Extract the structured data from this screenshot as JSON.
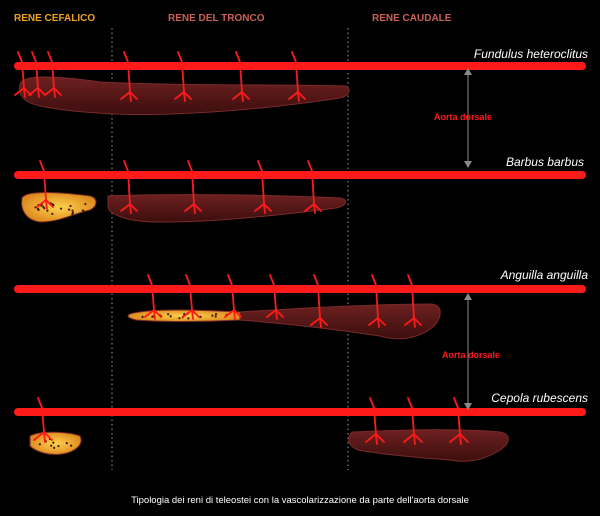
{
  "headers": {
    "cefalico": "RENE  CEFALICO",
    "tronco": "RENE DEL TRONCO",
    "caudale": "RENE  CAUDALE"
  },
  "species": [
    "Fundulus heteroclitus",
    "Barbus barbus",
    "Anguilla anguilla",
    "Cepola rubescens"
  ],
  "aorta_label": "Aorta dorsale",
  "caption": "Tipologia dei reni di teleostei con la vascolarizzazione da parte dell'aorta dorsale",
  "colors": {
    "background": "#000000",
    "aorta": "#ff1a1a",
    "header_cefalico": "#f0a020",
    "header_tronco": "#c9605a",
    "header_caudale": "#c9605a",
    "trunk_kidney": "#5a1818",
    "head_kidney": "#e8a030",
    "divider": "#9a9a9a",
    "arrow": "#8a8a8a"
  }
}
